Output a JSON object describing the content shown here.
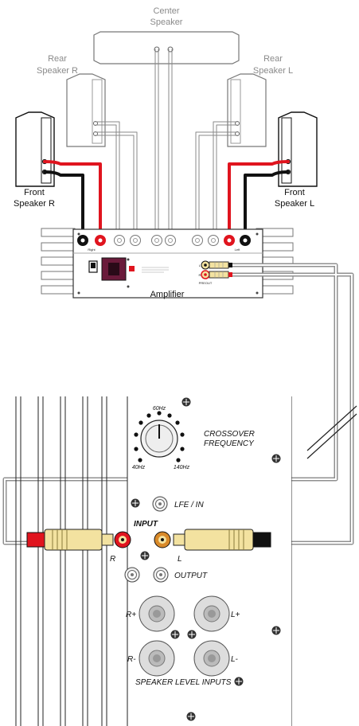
{
  "labels": {
    "center_speaker": [
      "Center",
      "Speaker"
    ],
    "rear_speaker_r": [
      "Rear",
      "Speaker R"
    ],
    "rear_speaker_l": [
      "Rear",
      "Speaker L"
    ],
    "front_speaker_r": [
      "Front",
      "Speaker R"
    ],
    "front_speaker_l": [
      "Front",
      "Speaker L"
    ],
    "amplifier": "Amplifier",
    "amp_right": "Right",
    "amp_left": "Left",
    "preout": "PREOUT",
    "preout_l": "L",
    "preout_r": "R",
    "crossover": [
      "CROSSOVER",
      "FREQUENCY"
    ],
    "freq_60": "60Hz",
    "freq_40": "40Hz",
    "freq_140": "140Hz",
    "lfe_in": "LFE / IN",
    "input": "INPUT",
    "input_r": "R",
    "input_l": "L",
    "output": "OUTPUT",
    "r_plus": "R+",
    "l_plus": "L+",
    "r_minus": "R-",
    "l_minus": "L-",
    "speaker_level_inputs": "SPEAKER LEVEL INPUTS"
  },
  "colors": {
    "red_wire": "#e0141e",
    "black_wire": "#111111",
    "gray_cable": "#909090",
    "rca_plug": "#f3e2a0",
    "label_gray": "#8a8a8a"
  }
}
